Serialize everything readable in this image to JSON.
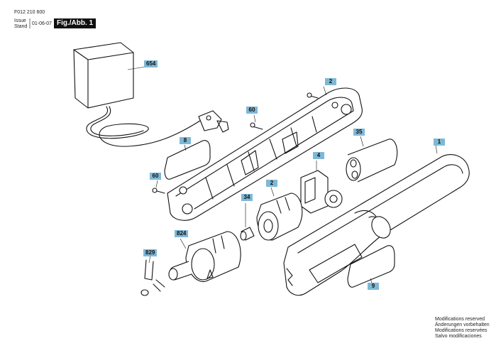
{
  "header": {
    "doc_number": "F012 210 600",
    "issue_label": "Issue",
    "stand_label": "Stand",
    "date": "01-06-07",
    "figure_label": "Fig./Abb. 1"
  },
  "parts": {
    "p654": "654",
    "p2_housing": "2",
    "p60_top": "60",
    "p8": "8",
    "p35": "35",
    "p1": "1",
    "p4": "4",
    "p60_left": "60",
    "p2_motor": "2",
    "p34": "34",
    "p824": "824",
    "p829": "829",
    "p9": "9"
  },
  "footer": {
    "line1": "Modifications reserved",
    "line2": "Änderungen vorbehalten",
    "line3": "Modifications reservées",
    "line4": "Salvo modificaciones"
  },
  "colors": {
    "label_bg": "#7fb8d6",
    "figure_bg": "#111111"
  }
}
